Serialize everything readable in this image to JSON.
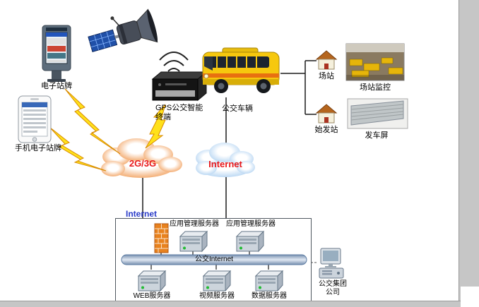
{
  "nodes": {
    "kiosk": {
      "label": "电子站牌"
    },
    "phone": {
      "label": "手机电子站牌"
    },
    "gps_terminal": {
      "label_line1": "GPS公交智能",
      "label_line2": "终端"
    },
    "bus": {
      "label": "公交车辆"
    },
    "station": {
      "label": "场站"
    },
    "station_monitor": {
      "label": "场站监控"
    },
    "origin_station": {
      "label": "始发站"
    },
    "departure_screen": {
      "label": "发车屏"
    },
    "company": {
      "label_line1": "公交集团",
      "label_line2": "公司"
    }
  },
  "clouds": {
    "mobile": {
      "label": "2G/3G",
      "text_color": "#e8191c"
    },
    "internet": {
      "label": "Internet",
      "text_color": "#e8191c"
    }
  },
  "network": {
    "internet_link_label": "Internet",
    "internet_link_color": "#2a3cc8",
    "bus_bar_label": "公交Internet",
    "servers": {
      "app1": "应用管理服务器",
      "app2": "应用管理服务器",
      "web": "WEB服务器",
      "video": "视频服务器",
      "data": "数据服务器"
    }
  },
  "colors": {
    "bus_body": "#f6c80e",
    "firewall": "#e8821e",
    "cloud_mobile_edge": "#f0954a",
    "cloud_internet_edge": "#a8cdf0",
    "lightning": "#ffe11a"
  }
}
